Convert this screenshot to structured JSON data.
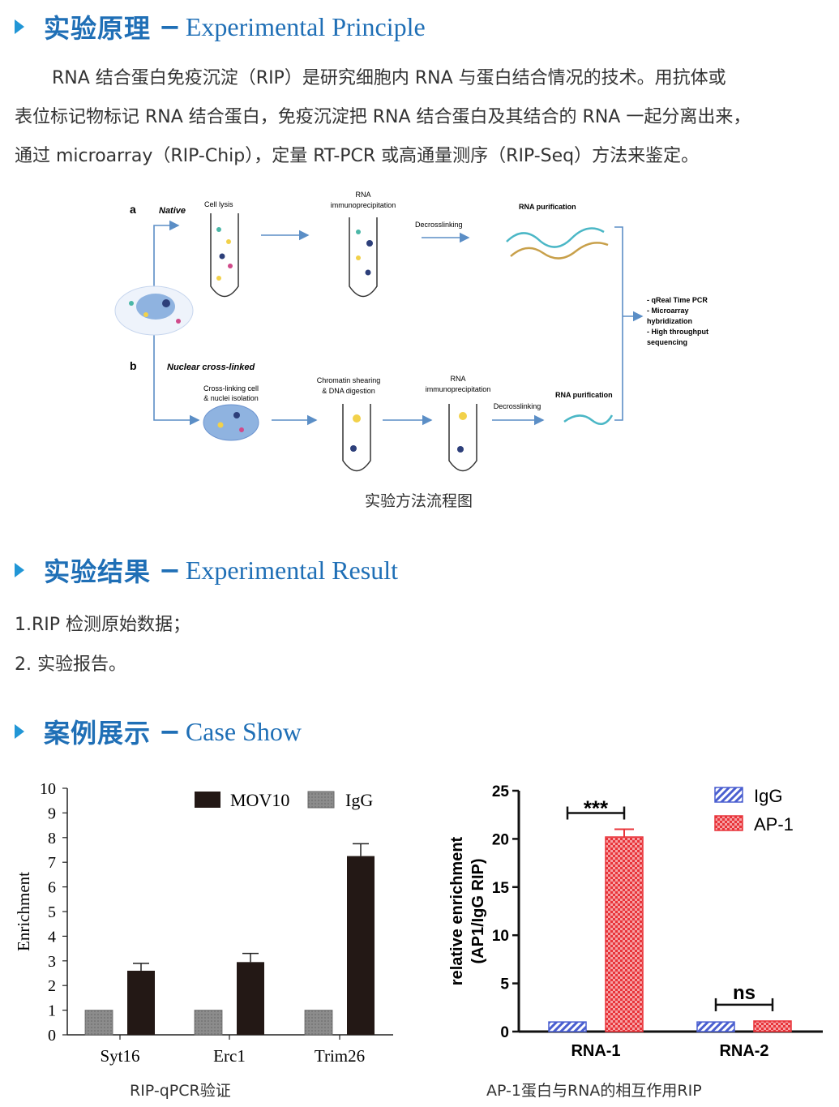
{
  "principle": {
    "title_cn": "实验原理",
    "title_en": "Experimental Principle",
    "paragraph_lines": [
      "RNA 结合蛋白免疫沉淀（RIP）是研究细胞内 RNA 与蛋白结合情况的技术。用抗体或",
      "表位标记物标记 RNA 结合蛋白，免疫沉淀把 RNA 结合蛋白及其结合的 RNA 一起分离出来，",
      "通过 microarray（RIP-Chip），定量 RT-PCR 或高通量测序（RIP-Seq）方法来鉴定。"
    ]
  },
  "flow": {
    "a_label": "a",
    "a_title": "Native",
    "cell_lysis": "Cell lysis",
    "rna_ip_top_1": "RNA",
    "rna_ip_top_2": "immunoprecipitation",
    "decross_top": "Decrosslinking",
    "rna_pur_top": "RNA purification",
    "outputs": [
      "- qReal Time PCR",
      "- Microarray",
      "  hybridization",
      "- High throughput",
      "  sequencing"
    ],
    "b_label": "b",
    "b_title": "Nuclear cross-linked",
    "crosslink_1": "Cross-linking cell",
    "crosslink_2": "& nuclei isolation",
    "chromatin_1": "Chromatin shearing",
    "chromatin_2": "& DNA digestion",
    "rna_ip_bot_1": "RNA",
    "rna_ip_bot_2": "immunoprecipitation",
    "decross_bot": "Decrosslinking",
    "rna_pur_bot": "RNA purification",
    "caption": "实验方法流程图"
  },
  "result": {
    "title_cn": "实验结果",
    "title_en": "Experimental Result",
    "items": [
      "1.RIP 检测原始数据；",
      "2. 实验报告。"
    ]
  },
  "case": {
    "title_cn": "案例展示",
    "title_en": "Case Show",
    "caption_left": "RIP-qPCR验证",
    "caption_right": "AP-1蛋白与RNA的相互作用RIP"
  },
  "colors": {
    "accent": "#1f6fb6",
    "mov10": "#231815",
    "igg_left": "#8c8c8c",
    "igg_right": "#4a5fd0",
    "ap1": "#e8343a",
    "flow_arrow": "#5b8ec6"
  },
  "chart_data": [
    {
      "type": "bar",
      "categories": [
        "Syt16",
        "Erc1",
        "Trim26"
      ],
      "series": [
        {
          "name": "IgG",
          "values": [
            1,
            1,
            1
          ],
          "errors": [
            0,
            0,
            0
          ]
        },
        {
          "name": "MOV10",
          "values": [
            2.6,
            2.95,
            7.25
          ],
          "errors": [
            0.3,
            0.35,
            0.5
          ]
        }
      ],
      "legend_order": [
        "MOV10",
        "IgG"
      ],
      "ylabel": "Enrichment",
      "ylim": [
        0,
        10
      ],
      "yticks": [
        0,
        1,
        2,
        3,
        4,
        5,
        6,
        7,
        8,
        9,
        10
      ],
      "legend": "top-right",
      "grid": false
    },
    {
      "type": "bar",
      "categories": [
        "RNA-1",
        "RNA-2"
      ],
      "series": [
        {
          "name": "IgG",
          "values": [
            1.0,
            1.0
          ],
          "errors": [
            0,
            0
          ]
        },
        {
          "name": "AP-1",
          "values": [
            20.2,
            1.1
          ],
          "errors": [
            0.8,
            0.1
          ]
        }
      ],
      "ylabel_lines": [
        "relative enrichment",
        "(AP1/IgG RIP)"
      ],
      "ylim": [
        0,
        25
      ],
      "yticks": [
        0,
        5,
        10,
        15,
        20,
        25
      ],
      "annotations": [
        "***",
        "ns"
      ],
      "legend": "top-right",
      "grid": false
    }
  ]
}
